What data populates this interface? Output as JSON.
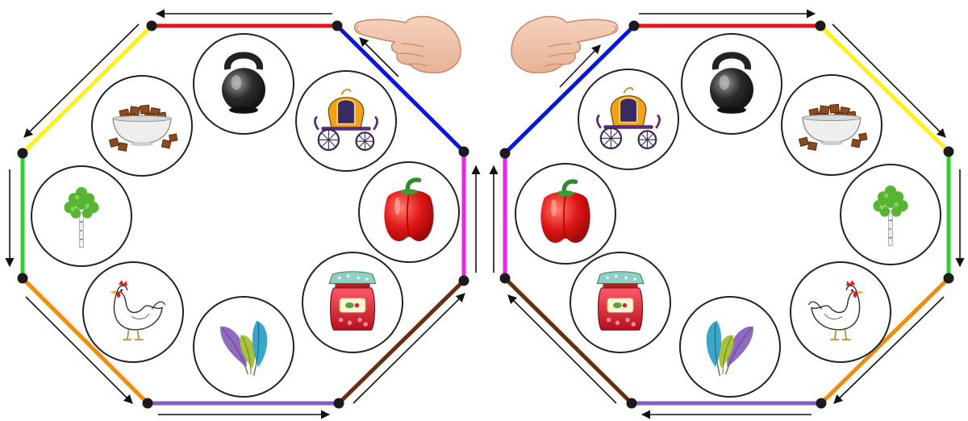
{
  "colors": {
    "red": "#e8141b",
    "blue": "#0b16d6",
    "magenta": "#ee22ee",
    "brown": "#6b2d10",
    "purple": "#8a5cc2",
    "orange": "#ef8b12",
    "green": "#2ed12e",
    "yellow": "#ffef1a",
    "node": "#1b1b1b",
    "arrow": "#111111",
    "circle_stroke": "#222222"
  },
  "left_puzzle": {
    "path_order": [
      "red",
      "yellow",
      "green",
      "orange",
      "purple",
      "brown",
      "magenta",
      "blue"
    ],
    "items": [
      "kettlebell",
      "crouton-bowl",
      "birch-tree",
      "hen",
      "feathers",
      "jam-jar",
      "red-pepper",
      "carriage"
    ]
  },
  "right_puzzle": {
    "path_order": [
      "red",
      "yellow",
      "green",
      "orange",
      "purple",
      "brown",
      "magenta",
      "blue"
    ],
    "items": [
      "kettlebell",
      "crouton-bowl",
      "birch-tree",
      "hen",
      "feathers",
      "jam-jar",
      "red-pepper",
      "carriage"
    ]
  },
  "icons": [
    "pointing-hand-icon",
    "pointing-hand-icon"
  ]
}
